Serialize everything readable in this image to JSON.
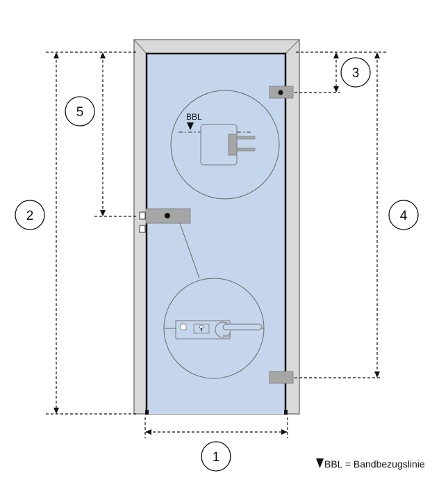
{
  "colors": {
    "glass": "#c5d6ec",
    "frame": "#d9d9d9",
    "frame_stroke": "#7a7a7a",
    "hardware": "#a6a6a6",
    "line": "#111111"
  },
  "dimensions": [
    {
      "id": "1",
      "label": "1"
    },
    {
      "id": "2",
      "label": "2"
    },
    {
      "id": "3",
      "label": "3"
    },
    {
      "id": "4",
      "label": "4"
    },
    {
      "id": "5",
      "label": "5"
    }
  ],
  "detail_hinge": {
    "label": "BBL"
  },
  "legend": {
    "text": "BBL = Bandbezugslinie"
  },
  "icons": [
    "hinge-detail-icon",
    "lock-handle-detail-icon",
    "bbl-marker-icon"
  ]
}
